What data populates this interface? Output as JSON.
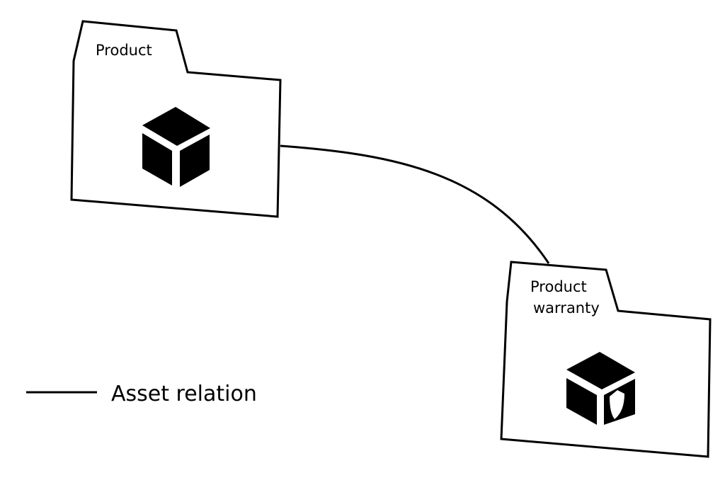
{
  "nodes": {
    "product": {
      "label": "Product",
      "icon": "cube-icon"
    },
    "product_warranty": {
      "label_line1": "Product",
      "label_line2": "warranty",
      "icon": "cube-shield-icon"
    }
  },
  "edges": [
    {
      "from": "product",
      "to": "product_warranty",
      "type": "asset-relation"
    }
  ],
  "legend": {
    "asset_relation_label": "Asset relation"
  },
  "colors": {
    "stroke": "#000000",
    "background": "#ffffff"
  }
}
